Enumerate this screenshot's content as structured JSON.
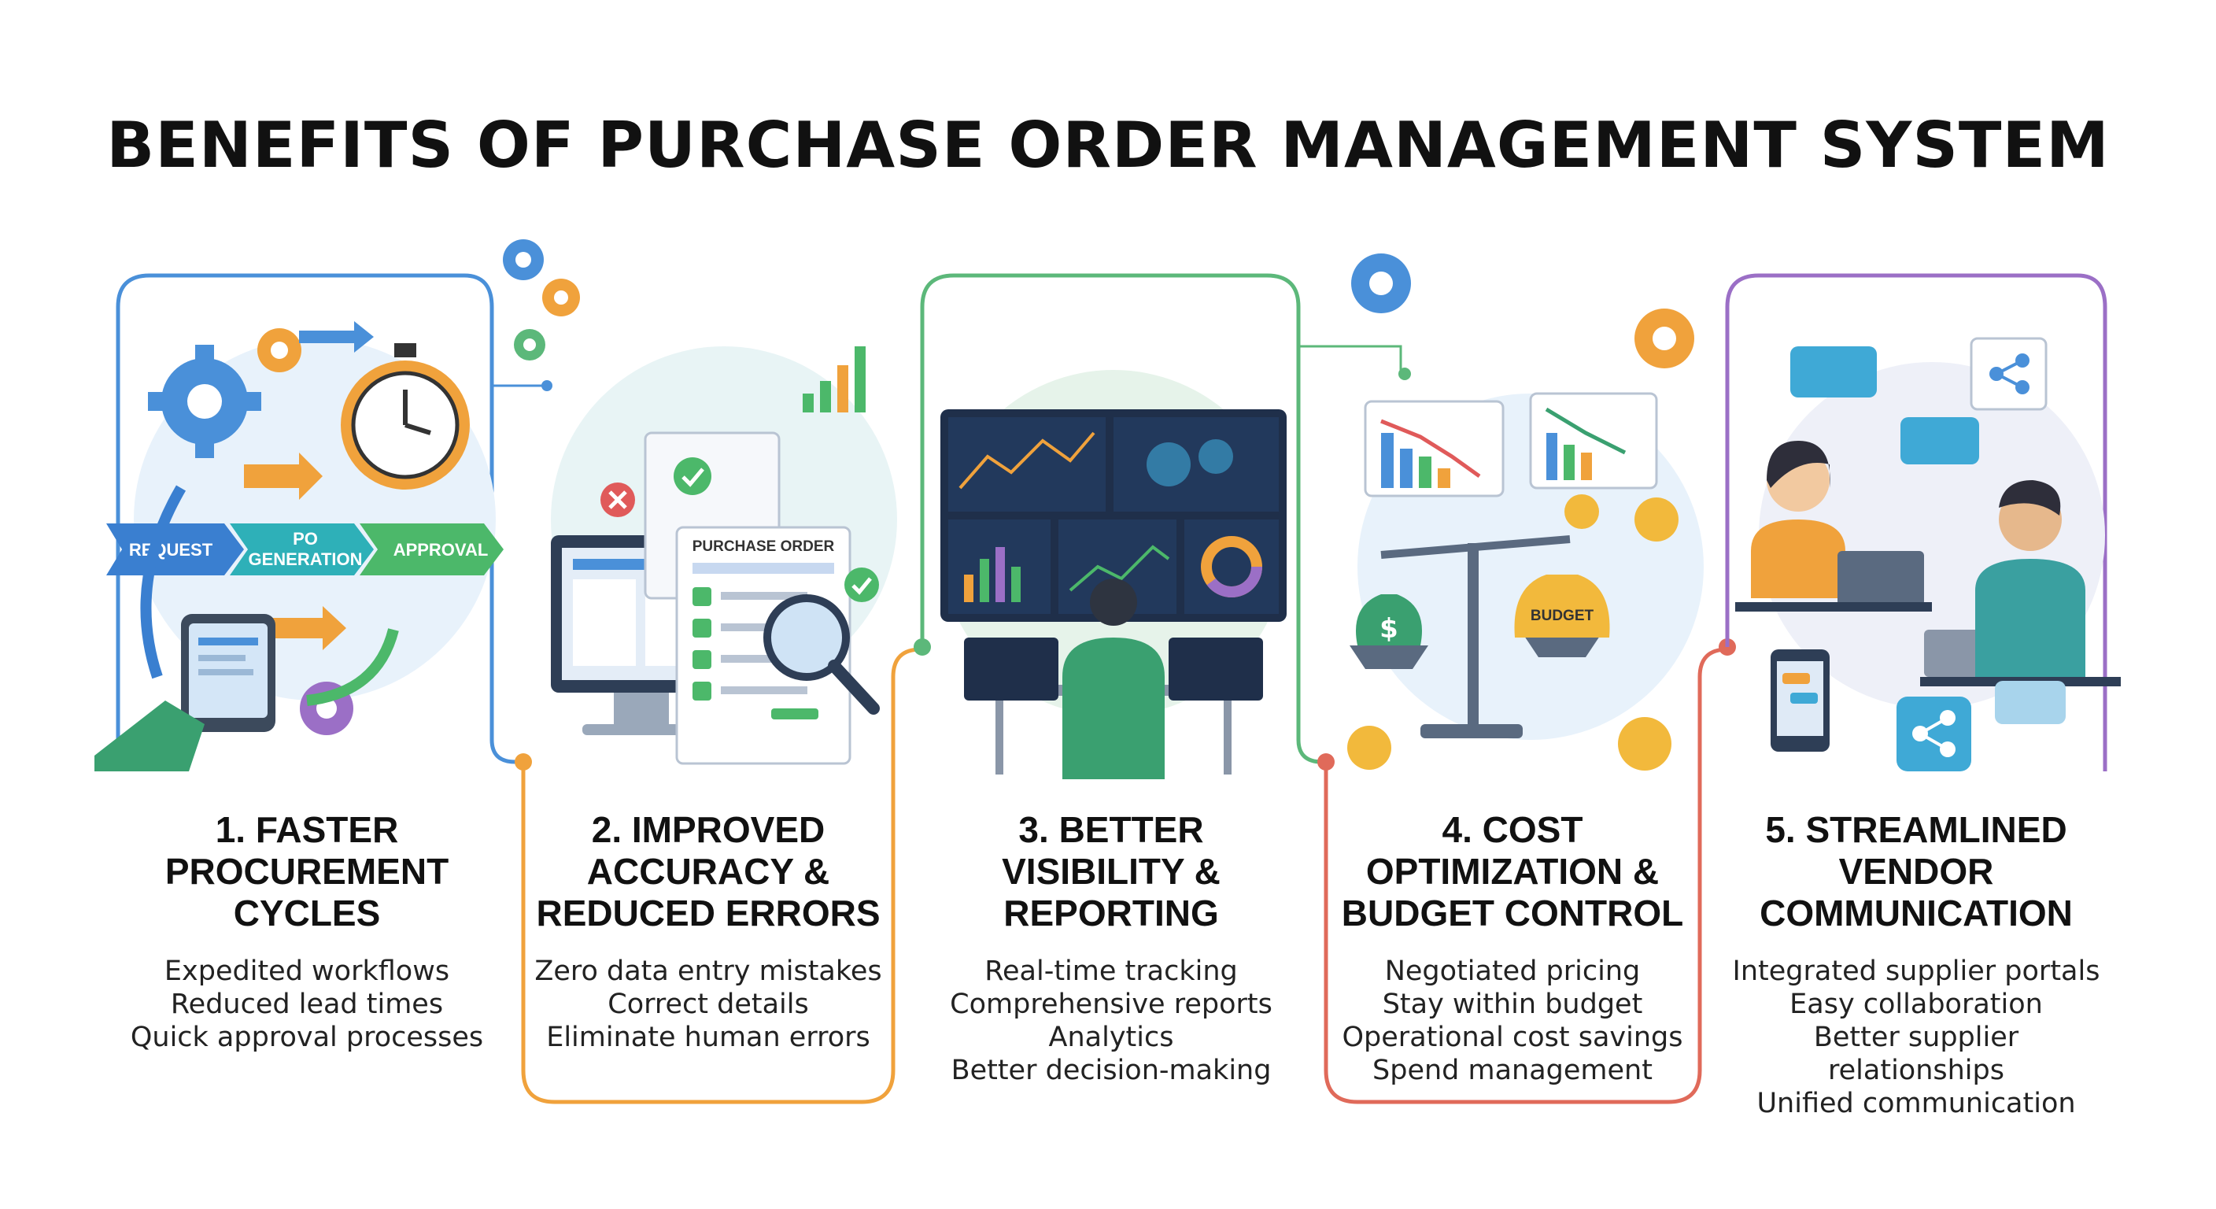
{
  "title": "BENEFITS OF PURCHASE ORDER MANAGEMENT SYSTEM",
  "colors": {
    "blue": "#4a90d9",
    "orange": "#f0a23c",
    "green": "#5cb87a",
    "red": "#e06a5a",
    "purple": "#9b6fc6"
  },
  "benefits": [
    {
      "heading": [
        "1. FASTER",
        "PROCUREMENT",
        "CYCLES"
      ],
      "points": [
        "Expedited workflows",
        "Reduced lead times",
        "Quick approval processes"
      ],
      "stages": [
        "REQUEST",
        "PO",
        "GENERATION",
        "APPROVAL"
      ]
    },
    {
      "heading": [
        "2. IMPROVED",
        "ACCURACY &",
        "REDUCED ERRORS"
      ],
      "points": [
        "Zero data entry mistakes",
        "Correct details",
        "Eliminate human errors"
      ],
      "doc_title": "PURCHASE ORDER"
    },
    {
      "heading": [
        "3. BETTER",
        "VISIBILITY &",
        "REPORTING"
      ],
      "points": [
        "Real-time tracking",
        "Comprehensive reports",
        "Analytics",
        "Better decision-making"
      ]
    },
    {
      "heading": [
        "4. COST",
        "OPTIMIZATION &",
        "BUDGET CONTROL"
      ],
      "points": [
        "Negotiated pricing",
        "Stay within budget",
        "Operational cost savings",
        "Spend management"
      ],
      "bag_label": "BUDGET"
    },
    {
      "heading": [
        "5. STREAMLINED",
        "VENDOR",
        "COMMUNICATION"
      ],
      "points": [
        "Integrated supplier portals",
        "Easy collaboration",
        "Better supplier relationships",
        "Unified communication"
      ]
    }
  ]
}
